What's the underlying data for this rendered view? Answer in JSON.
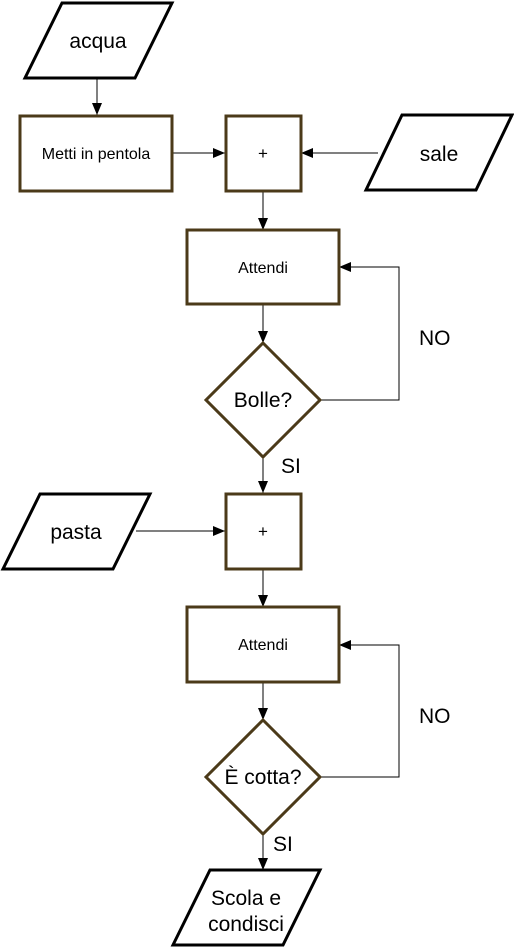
{
  "nodes": {
    "acqua": "acqua",
    "metti": "Metti in pentola",
    "plus1": "+",
    "sale": "sale",
    "attendi1": "Attendi",
    "bolle": "Bolle?",
    "pasta": "pasta",
    "plus2": "+",
    "attendi2": "Attendi",
    "cotta": "È cotta?",
    "scola": [
      "Scola e",
      "condisci"
    ]
  },
  "edge_labels": {
    "no1": "NO",
    "si1": "SI",
    "no2": "NO",
    "si2": "SI"
  },
  "colors": {
    "process_border": "#4b3a19",
    "io_border": "#000000",
    "line": "#000000"
  }
}
